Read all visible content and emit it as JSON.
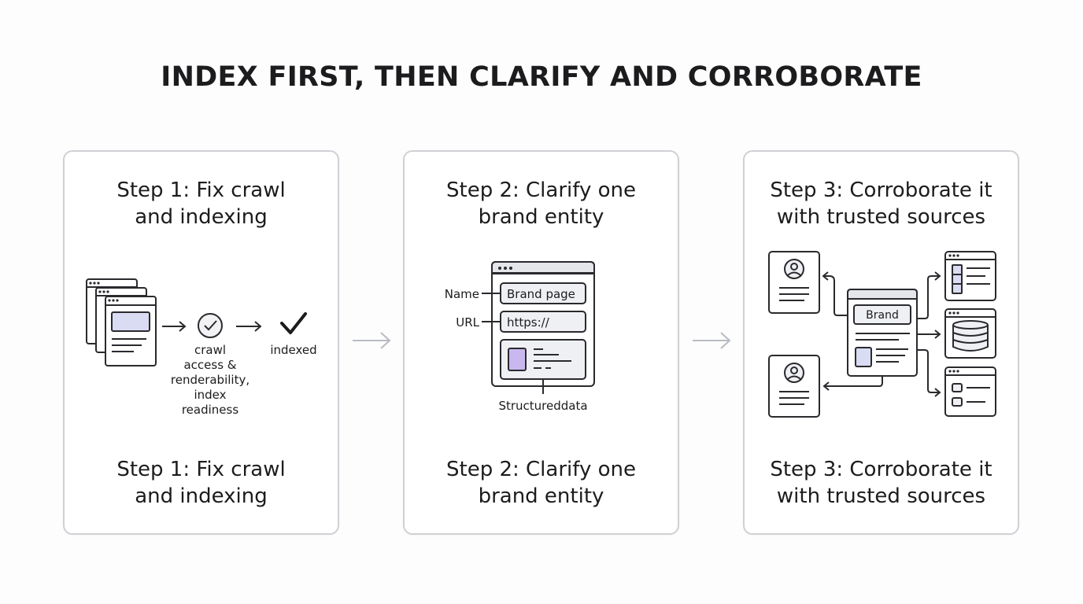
{
  "page": {
    "title": "INDEX FIRST, THEN CLARIFY AND CORROBORATE"
  },
  "colors": {
    "card_border": "#cfd1d6",
    "line": "#2a2a2e",
    "fill_panel": "#eef0f4",
    "accent_purple": "#c9b8f0",
    "arrow_gray": "#b9bbc2"
  },
  "steps": [
    {
      "heading_top": "Step 1: Fix crawl\nand indexing",
      "heading_bottom": "Step 1: Fix crawl\nand indexing",
      "labels": {
        "crawl_lines": [
          "crawl",
          "access &",
          "renderability,",
          "index",
          "readiness"
        ],
        "indexed": "indexed"
      },
      "icons": [
        "stacked-pages-icon",
        "check-circle-icon",
        "checkmark-icon"
      ]
    },
    {
      "heading_top": "Step 2: Clarify one\nbrand entity",
      "heading_bottom": "Step 2: Clarify one\nbrand entity",
      "labels": {
        "name": "Name",
        "url": "URL",
        "brand_page": "Brand page",
        "url_value": "https://",
        "structured_data": "Structureddata"
      },
      "icons": [
        "browser-window-icon"
      ]
    },
    {
      "heading_top": "Step 3: Corroborate it\nwith trusted sources",
      "heading_bottom": "Step 3: Corroborate it\nwith trusted sources",
      "labels": {
        "brand": "Brand"
      },
      "icons": [
        "profile-card-icon",
        "database-icon",
        "list-window-icon"
      ]
    }
  ]
}
